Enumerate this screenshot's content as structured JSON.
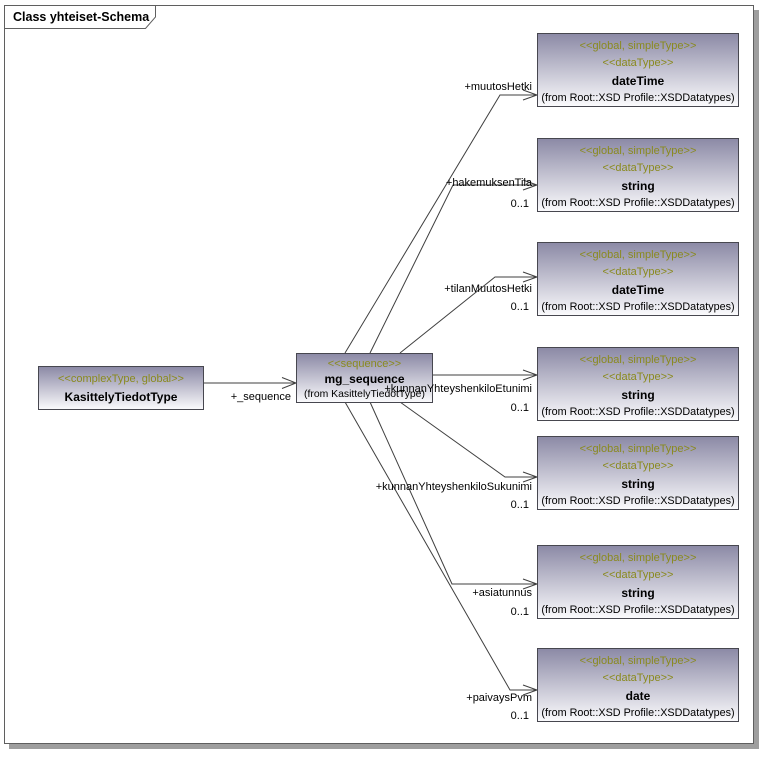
{
  "diagram": {
    "title": "Class yhteiset-Schema"
  },
  "source_class": {
    "stereotype": "<<complexType, global>>",
    "name": "KasittelyTiedotType"
  },
  "sequence_class": {
    "stereotype": "<<sequence>>",
    "name": "mg_sequence",
    "origin": "(from KasittelyTiedotType)"
  },
  "sequence_edge": {
    "label": "+_sequence"
  },
  "associations": [
    {
      "label": "+muutosHetki",
      "multiplicity": ""
    },
    {
      "label": "+hakemuksenTila",
      "multiplicity": "0..1"
    },
    {
      "label": "+tilanMuutosHetki",
      "multiplicity": "0..1"
    },
    {
      "label": "+kunnanYhteyshenkiloEtunimi",
      "multiplicity": "0..1"
    },
    {
      "label": "+kunnanYhteyshenkiloSukunimi",
      "multiplicity": "0..1"
    },
    {
      "label": "+asiatunnus",
      "multiplicity": "0..1"
    },
    {
      "label": "+paivaysPvm",
      "multiplicity": "0..1"
    }
  ],
  "datatype_classes": [
    {
      "stereotype_global": "<<global, simpleType>>",
      "stereotype_datatype": "<<dataType>>",
      "name": "dateTime",
      "origin": "(from Root::XSD Profile::XSDDatatypes)"
    },
    {
      "stereotype_global": "<<global, simpleType>>",
      "stereotype_datatype": "<<dataType>>",
      "name": "string",
      "origin": "(from Root::XSD Profile::XSDDatatypes)"
    },
    {
      "stereotype_global": "<<global, simpleType>>",
      "stereotype_datatype": "<<dataType>>",
      "name": "dateTime",
      "origin": "(from Root::XSD Profile::XSDDatatypes)"
    },
    {
      "stereotype_global": "<<global, simpleType>>",
      "stereotype_datatype": "<<dataType>>",
      "name": "string",
      "origin": "(from Root::XSD Profile::XSDDatatypes)"
    },
    {
      "stereotype_global": "<<global, simpleType>>",
      "stereotype_datatype": "<<dataType>>",
      "name": "string",
      "origin": "(from Root::XSD Profile::XSDDatatypes)"
    },
    {
      "stereotype_global": "<<global, simpleType>>",
      "stereotype_datatype": "<<dataType>>",
      "name": "string",
      "origin": "(from Root::XSD Profile::XSDDatatypes)"
    },
    {
      "stereotype_global": "<<global, simpleType>>",
      "stereotype_datatype": "<<dataType>>",
      "name": "date",
      "origin": "(from Root::XSD Profile::XSDDatatypes)"
    }
  ],
  "colors": {
    "box_gradient_top": "#8c8aa6",
    "box_gradient_bottom": "#fafafc",
    "box_border": "#47474f",
    "stereotype_text": "#8a8a1e",
    "line": "#3f3f3f",
    "frame_border": "#5f5f5f",
    "frame_shadow": "#9e9e9e"
  }
}
